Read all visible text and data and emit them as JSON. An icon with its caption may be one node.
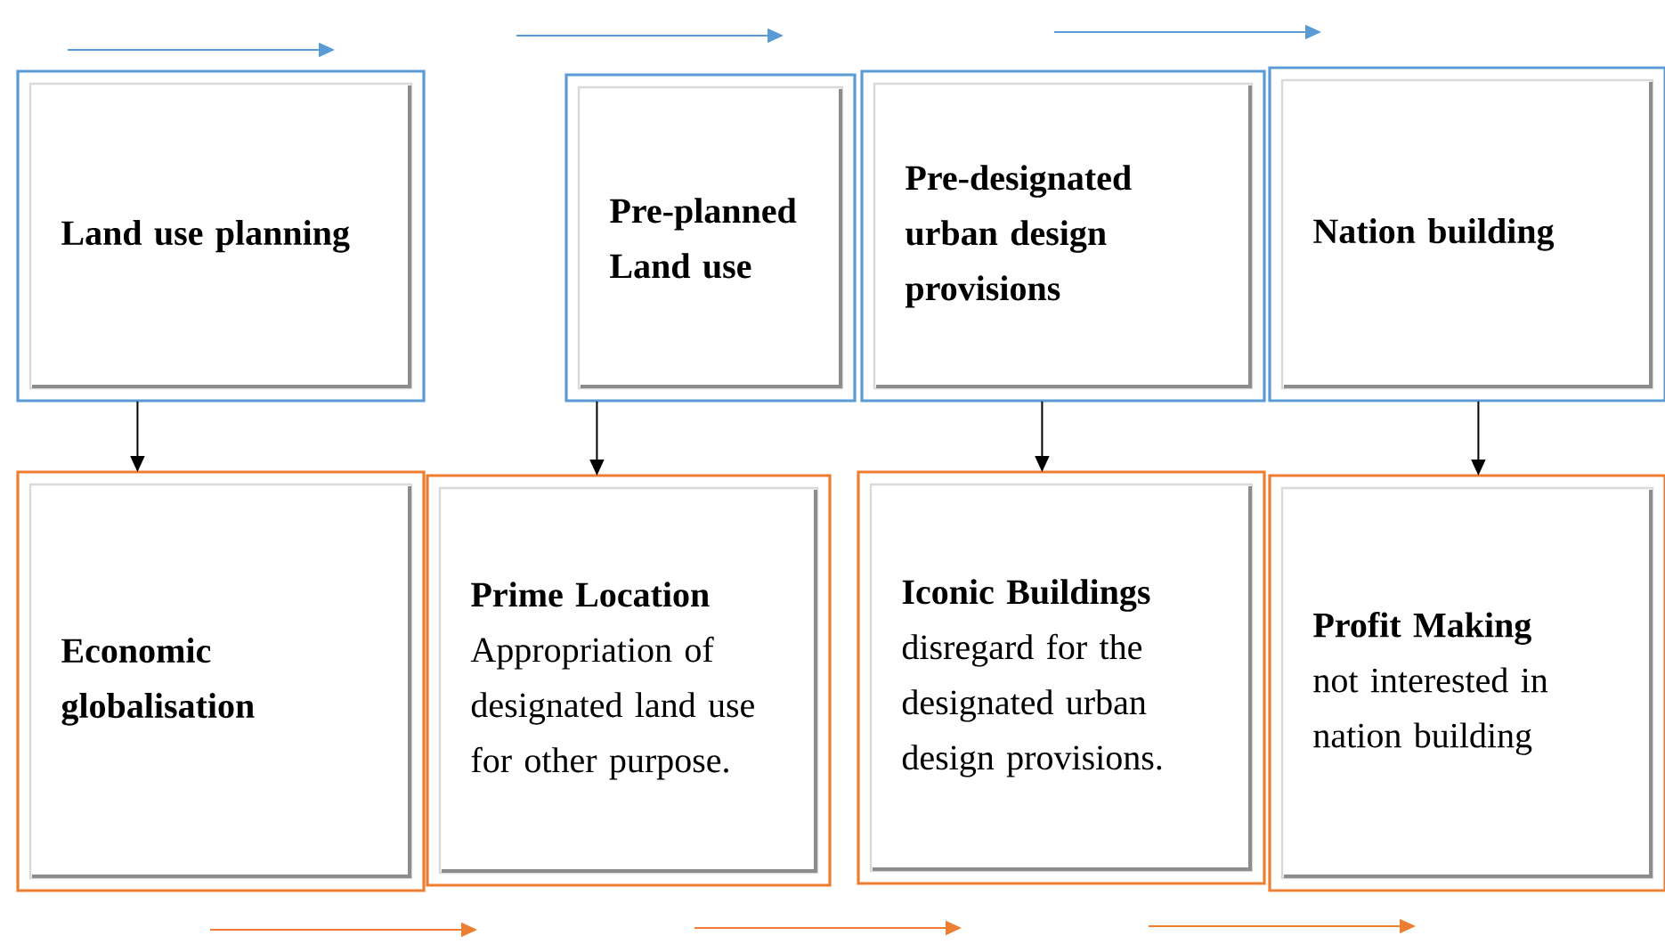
{
  "diagram": {
    "nodes": [
      {
        "text": [
          "Land use planning"
        ]
      },
      {
        "text": [
          "Pre-planned Land use"
        ]
      },
      {
        "text": [
          "Pre-designated urban design provisions"
        ]
      },
      {
        "text": [
          "Nation building"
        ]
      },
      {
        "text": [
          "Economic globalisation"
        ]
      },
      {
        "text": [
          "Prime Location",
          "Appropriation of designated land use for other purpose."
        ]
      },
      {
        "text": [
          "Iconic Buildings",
          "disregard for the designated urban design provisions."
        ]
      },
      {
        "text": [
          "Profit Making",
          "not interested in nation building"
        ]
      }
    ],
    "edges": [
      {
        "from": 0,
        "to": 4,
        "arrow": "to"
      },
      {
        "from": 1,
        "to": 5,
        "arrow": "to"
      },
      {
        "from": 2,
        "to": 6,
        "arrow": "to"
      },
      {
        "from": 3,
        "to": 7,
        "arrow": "to"
      }
    ]
  }
}
